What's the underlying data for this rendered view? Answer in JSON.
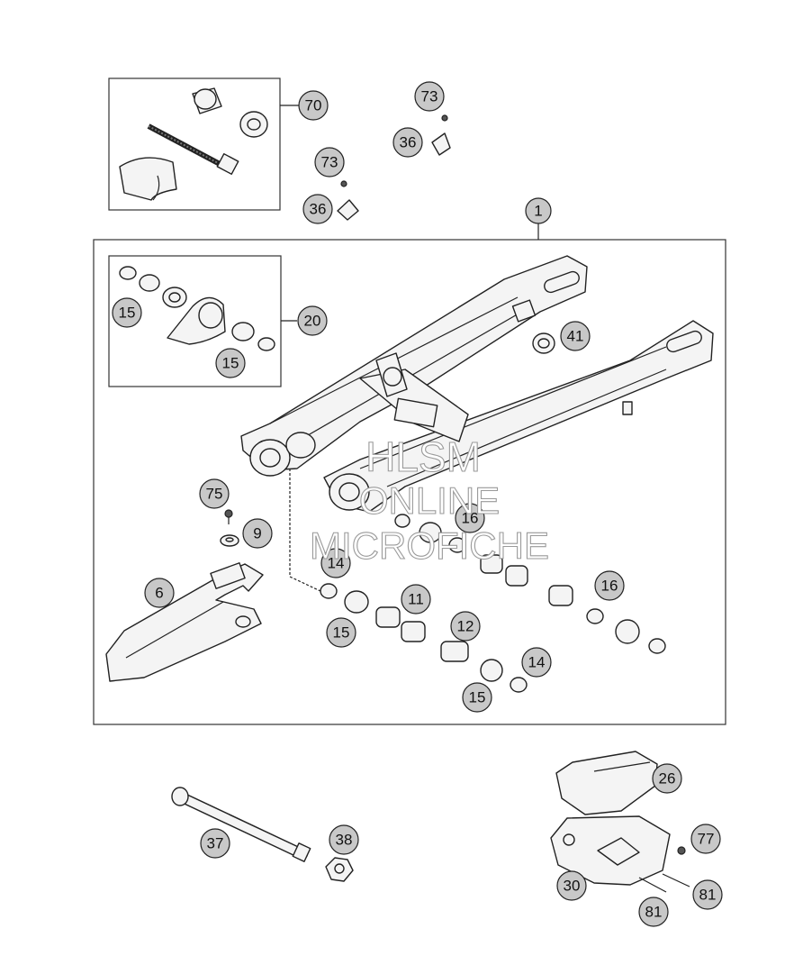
{
  "callouts": {
    "c70": "70",
    "c73a": "73",
    "c36a": "36",
    "c73b": "73",
    "c36b": "36",
    "c1": "1",
    "c20": "20",
    "c15a": "15",
    "c15b": "15",
    "c41": "41",
    "c75": "75",
    "c9": "9",
    "c6": "6",
    "c14a": "14",
    "c16a": "16",
    "c11": "11",
    "c15c": "15",
    "c12": "12",
    "c16b": "16",
    "c14b": "14",
    "c15d": "15",
    "c26": "26",
    "c37": "37",
    "c38": "38",
    "c77": "77",
    "c30": "30",
    "c81a": "81",
    "c81b": "81"
  },
  "watermark": {
    "line1": "HLSM",
    "line2": "ONLINE",
    "line3": "MICROFICHE"
  }
}
